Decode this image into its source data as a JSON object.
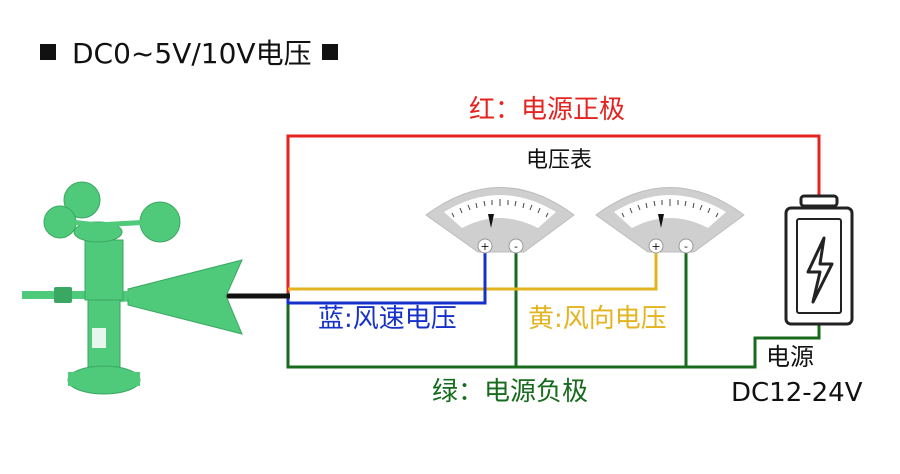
{
  "title": "DC0~5V/10V电压",
  "wires": {
    "red_label": "红：电源正极",
    "blue_label": "蓝:风速电压",
    "yellow_label": "黄:风向电压",
    "green_label": "绿：电源负极"
  },
  "meters": {
    "title": "电压表",
    "plus_symbol": "+",
    "minus_symbol": "-"
  },
  "power_supply": {
    "label": "电源",
    "spec": "DC12-24V"
  },
  "colors": {
    "red_wire": "#e52420",
    "blue_wire": "#1631c9",
    "yellow_wire": "#e3b320",
    "green_wire": "#176b1c",
    "sensor_green": "#4fc97a",
    "meter_gray": "#c8c8c8"
  },
  "icons": {
    "battery": "battery-lightning-icon",
    "sensor": "anemometer-wind-vane"
  }
}
